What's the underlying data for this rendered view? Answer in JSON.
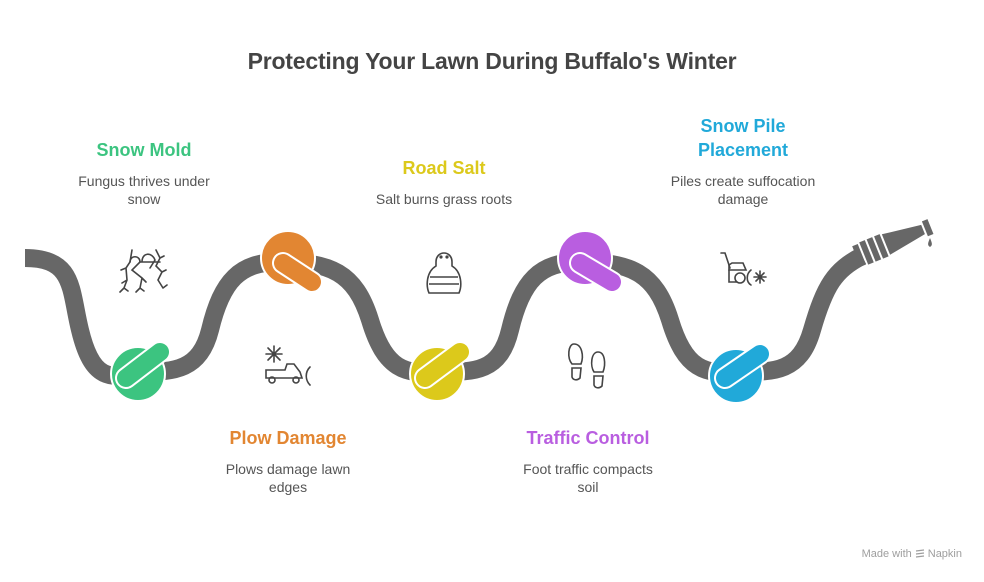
{
  "title": "Protecting Your Lawn During Buffalo's Winter",
  "steps": [
    {
      "id": "snow-mold",
      "label": "Snow Mold",
      "description_line1": "Fungus thrives under",
      "description_line2": "snow",
      "color": "#3cc480",
      "icon": "mold-roots-icon",
      "position": "top"
    },
    {
      "id": "plow-damage",
      "label": "Plow Damage",
      "description_line1": "Plows damage lawn",
      "description_line2": "edges",
      "color": "#e28632",
      "icon": "snowplow-truck-icon",
      "position": "bottom"
    },
    {
      "id": "road-salt",
      "label": "Road Salt",
      "description_line1": "Salt burns grass roots",
      "description_line2": "",
      "color": "#dcc91b",
      "icon": "salt-shaker-icon",
      "position": "top"
    },
    {
      "id": "traffic-control",
      "label": "Traffic Control",
      "description_line1": "Foot traffic compacts",
      "description_line2": "soil",
      "color": "#b95ee0",
      "icon": "footprints-icon",
      "position": "bottom"
    },
    {
      "id": "snow-pile-placement",
      "label_line1": "Snow Pile",
      "label_line2": "Placement",
      "description_line1": "Piles create suffocation",
      "description_line2": "damage",
      "color": "#21a9d9",
      "icon": "snowblower-icon",
      "position": "top"
    }
  ],
  "hose_color": "#676767",
  "footer": {
    "made_with": "Made with",
    "brand": "Napkin"
  }
}
